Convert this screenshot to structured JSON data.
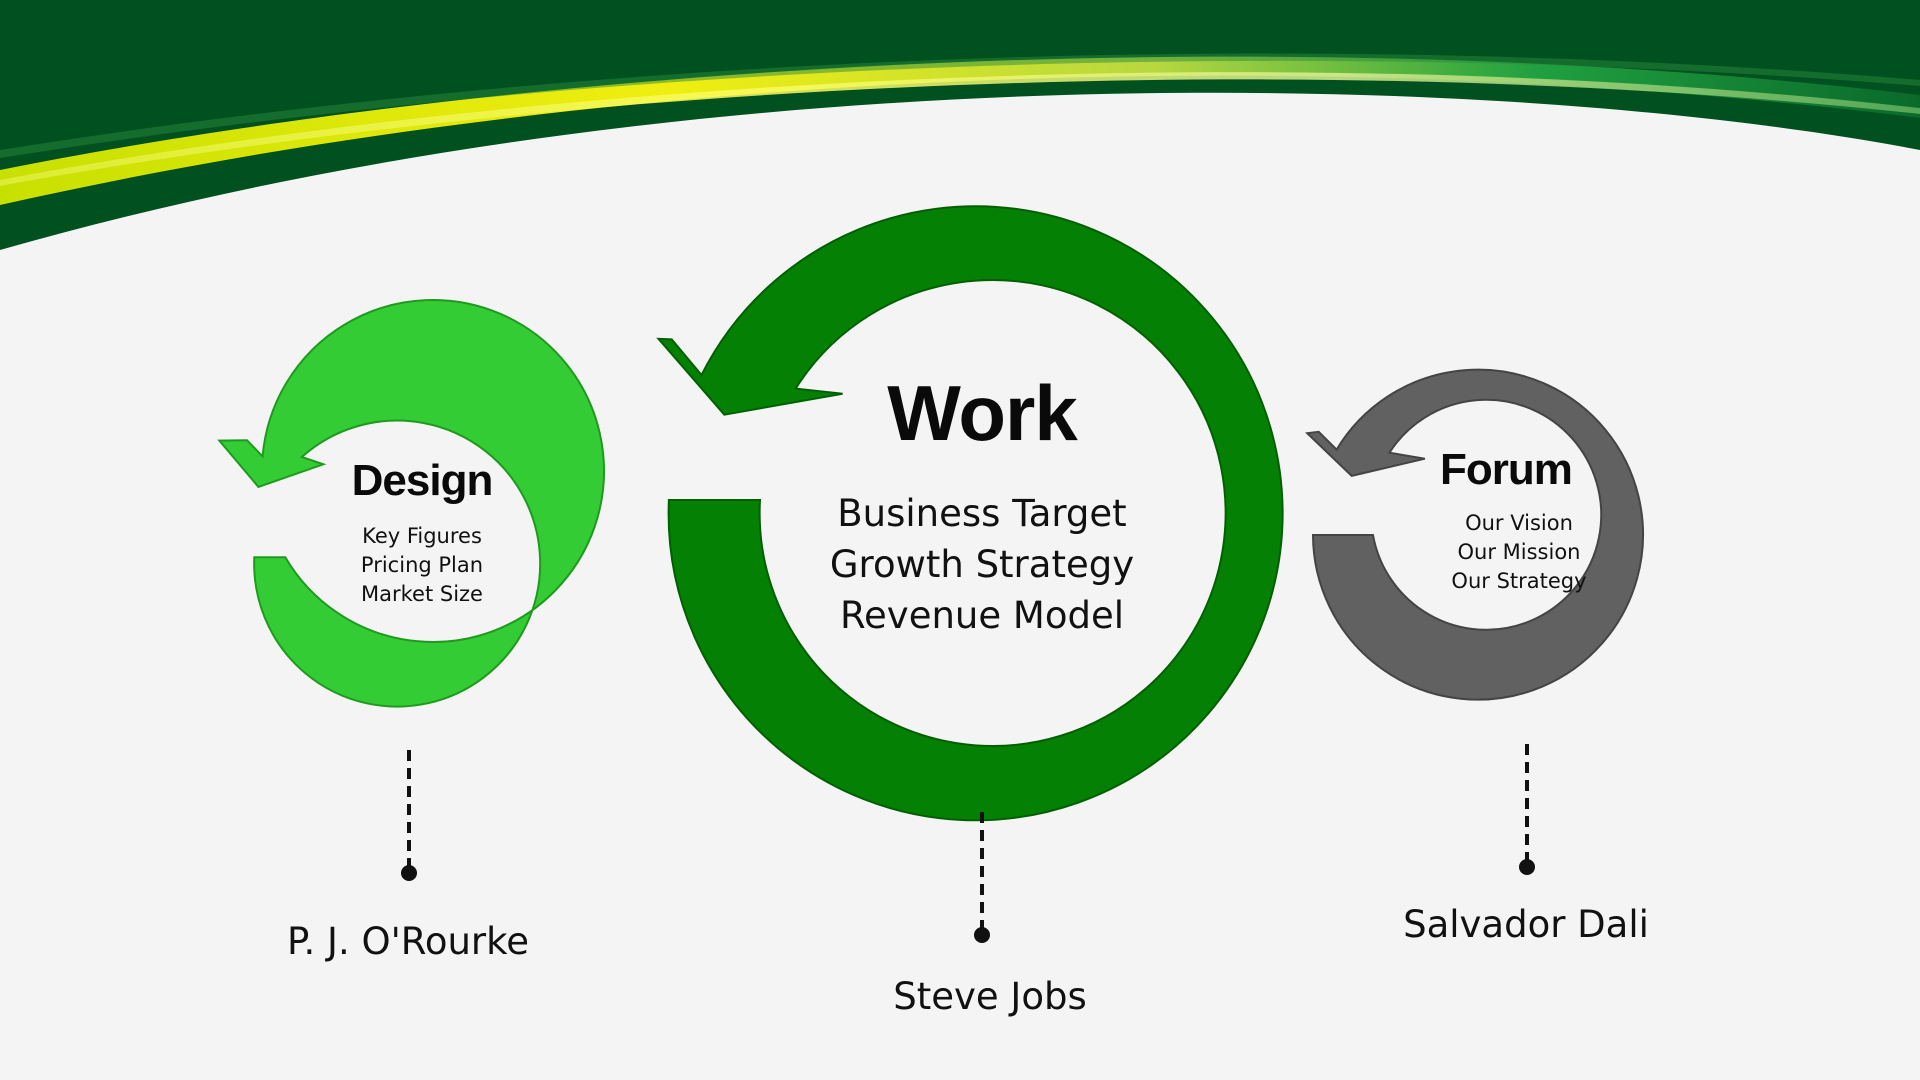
{
  "theme": {
    "dark_green": "#005020",
    "bright_green": "#34cc34",
    "mid_green": "#048004",
    "gray": "#616161",
    "yellow": "#f2ee18"
  },
  "cycles": [
    {
      "id": "design",
      "color": "#34cc34",
      "title": "Design",
      "items": [
        "Key Figures",
        "Pricing Plan",
        "Market Size"
      ],
      "author": "P. J. O'Rourke"
    },
    {
      "id": "work",
      "color": "#048004",
      "title": "Work",
      "items": [
        "Business Target",
        "Growth Strategy",
        "Revenue Model"
      ],
      "author": "Steve Jobs"
    },
    {
      "id": "forum",
      "color": "#616161",
      "title": "Forum",
      "items": [
        "Our Vision",
        "Our Mission",
        "Our Strategy"
      ],
      "author": "Salvador Dali"
    }
  ]
}
